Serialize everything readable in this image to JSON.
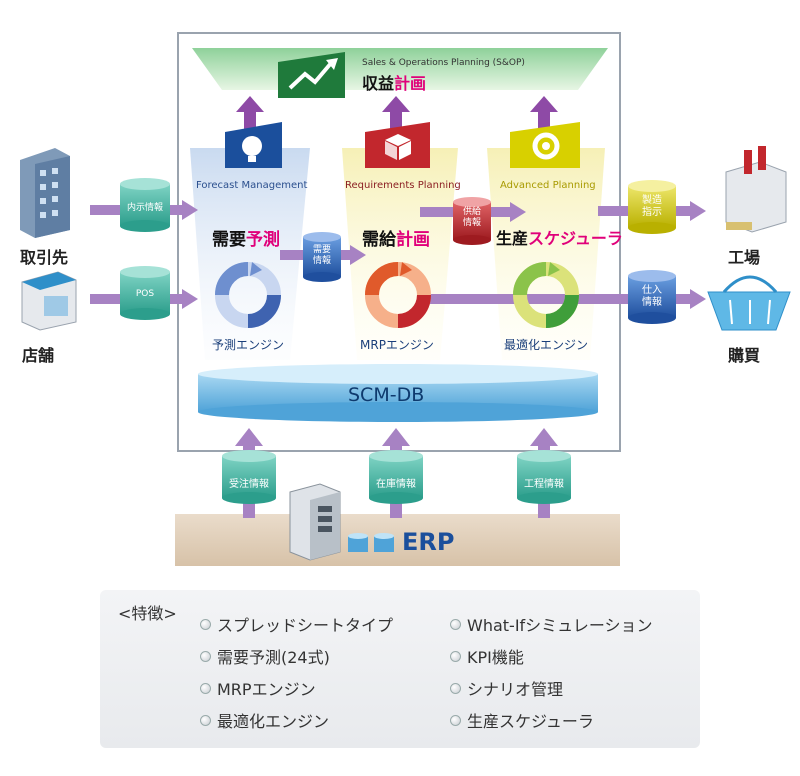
{
  "sop": {
    "subtitle": "Sales & Operations Planning (S&OP)",
    "title_black": "収益",
    "title_pink": "計画"
  },
  "modules": [
    {
      "label": "Forecast Management"
    },
    {
      "label": "Requirements Planning"
    },
    {
      "label": "Advanced Planning"
    }
  ],
  "heads": {
    "demand": {
      "black": "需要",
      "pink": "予測"
    },
    "supply": {
      "black": "需給",
      "pink": "計画"
    },
    "sched": {
      "black": "生産",
      "pink": "スケジューラ"
    }
  },
  "engines": [
    "予測エンジン",
    "MRPエンジン",
    "最適化エンジン"
  ],
  "db": {
    "scm": "SCM-DB",
    "erp": "ERP"
  },
  "left": {
    "partner": "取引先",
    "store": "店舗",
    "cyl_naiji": "内示情報",
    "cyl_pos": "POS"
  },
  "right": {
    "factory": "工場",
    "purchase": "購買",
    "cyl_seizo": "製造\n指示",
    "cyl_shiire": "仕入\n情報"
  },
  "inner": {
    "cyl_juyo": "需要\n情報",
    "cyl_kyokyu": "供給\n情報"
  },
  "bottom": {
    "cyl_juchu": "受注情報",
    "cyl_zaiko": "在庫情報",
    "cyl_kotei": "工程情報"
  },
  "features": {
    "title": "<特徴>",
    "left": [
      "スプレッドシートタイプ",
      "需要予測(24式)",
      "MRPエンジン",
      "最適化エンジン"
    ],
    "right": [
      "What-Ifシミュレーション",
      "KPI機能",
      "シナリオ管理",
      "生産スケジューラ"
    ]
  },
  "colors": {
    "pink": "#e0007a",
    "purple_arrow": "#8e4aa6",
    "teal_cyl": "#3fb6a4",
    "blue_cyl": "#2f6ab7",
    "red_cyl": "#c2272d",
    "yellow_cyl": "#d8d000"
  }
}
